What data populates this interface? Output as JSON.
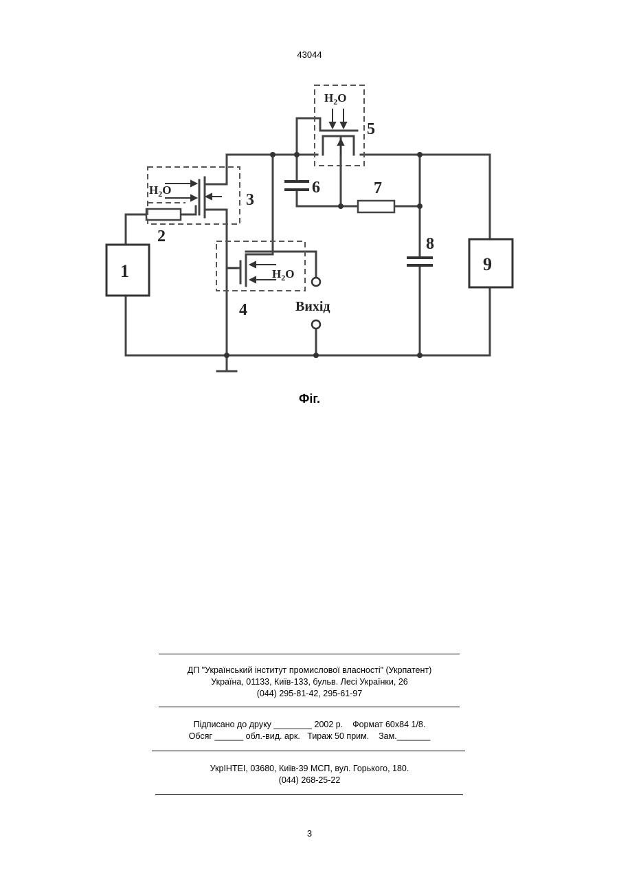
{
  "header": {
    "patent_number": "43044"
  },
  "figure": {
    "labels": {
      "block1": "1",
      "block2": "2",
      "block3": "3",
      "block4": "4",
      "block5": "5",
      "block6": "6",
      "block7": "7",
      "block8": "8",
      "block9": "9",
      "h2o": "H2O",
      "output": "Вихід"
    },
    "caption": "Фіг."
  },
  "footer": {
    "org_line1": "ДП \"Український інститут промислової власності\" (Укрпатент)",
    "org_line2": "Україна, 01133, Київ-133, бульв. Лесі Українки, 26",
    "org_line3": "(044) 295-81-42, 295-61-97",
    "print_line1": "Підписано до друку ________ 2002 р.    Формат 60х84 1/8.",
    "print_line2": "Обсяг ______ обл.-вид. арк.   Тираж 50 прим.    Зам._______",
    "inst_line1": "УкрІНТЕІ, 03680, Київ-39 МСП, вул. Горького, 180.",
    "inst_line2": "(044) 268-25-22"
  },
  "page_number": "3"
}
